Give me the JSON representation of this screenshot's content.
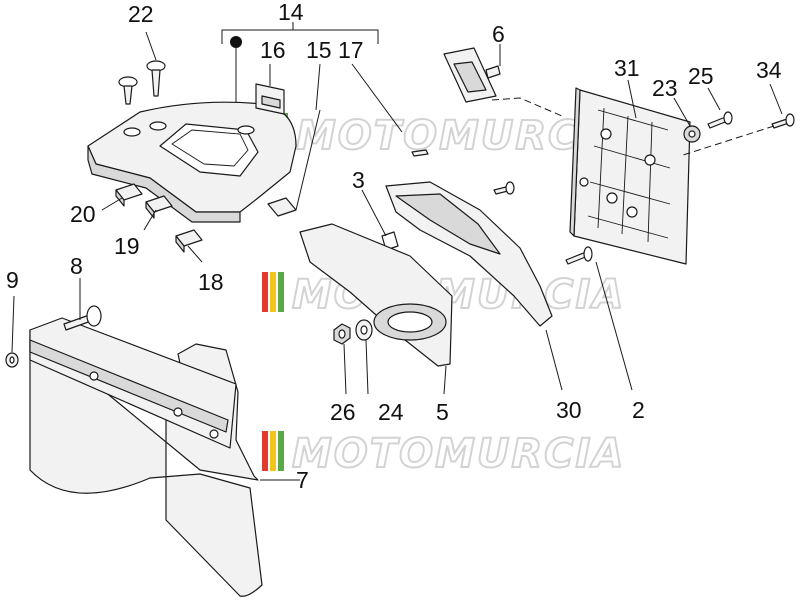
{
  "callouts": [
    {
      "id": "c22",
      "text": "22"
    },
    {
      "id": "c14",
      "text": "14"
    },
    {
      "id": "c16",
      "text": "16"
    },
    {
      "id": "c15",
      "text": "15"
    },
    {
      "id": "c17",
      "text": "17"
    },
    {
      "id": "c6",
      "text": "6"
    },
    {
      "id": "c31",
      "text": "31"
    },
    {
      "id": "c23",
      "text": "23"
    },
    {
      "id": "c25",
      "text": "25"
    },
    {
      "id": "c34",
      "text": "34"
    },
    {
      "id": "c3",
      "text": "3"
    },
    {
      "id": "c20",
      "text": "20"
    },
    {
      "id": "c19",
      "text": "19"
    },
    {
      "id": "c18",
      "text": "18"
    },
    {
      "id": "c9",
      "text": "9"
    },
    {
      "id": "c8",
      "text": "8"
    },
    {
      "id": "c26",
      "text": "26"
    },
    {
      "id": "c24",
      "text": "24"
    },
    {
      "id": "c5",
      "text": "5"
    },
    {
      "id": "c30",
      "text": "30"
    },
    {
      "id": "c2",
      "text": "2"
    },
    {
      "id": "c7",
      "text": "7"
    }
  ],
  "watermark": {
    "text": "MOTOMURCIA",
    "colors": [
      "#e23a2e",
      "#f2c51b",
      "#5aa846"
    ]
  }
}
